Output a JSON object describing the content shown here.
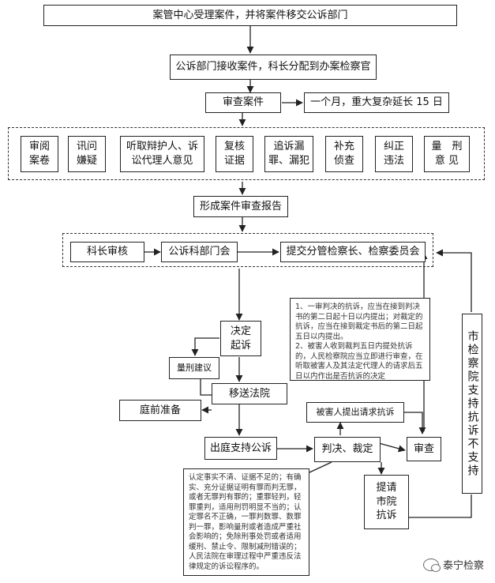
{
  "steps": {
    "accept": "案管中心受理案件，并将案件移交公诉部门",
    "receive": "公诉部门接收案件，科长分配到办案检察官",
    "review": "审查案件",
    "deadline": "一个月，重大复杂延长 15 日",
    "report": "形成案件审查报告",
    "section_chief": "科长审核",
    "department_meeting": "公诉科部门会",
    "committee": "提交分管检察长、检察委员会",
    "decide": "决定\n起诉",
    "sentencing": "量刑建议",
    "transfer_court": "移送法院",
    "pretrial": "庭前准备",
    "appear_court": "出庭支持公诉",
    "judgment": "判决、裁定",
    "victim_request": "被害人提出请求抗诉",
    "examine": "审查",
    "city_support": "市检察院支持抗诉不支持",
    "request_city": "提请\n市院\n抗诉"
  },
  "tasks": [
    "审阅\n案卷",
    "讯问\n嫌疑",
    "听取辩护人、诉\n讼代理人意见",
    "复核\n证据",
    "追诉漏\n罪、漏犯",
    "补充\n侦查",
    "纠正\n违法",
    "量　刑\n意 见"
  ],
  "notes": {
    "protest_rules": "1、一审判决的抗诉，应当在接到判决书的第二日起十日以内提出；对裁定的抗诉，应当在接到裁定书后的第二日起五日以内提出。\n2、被害人收到裁判五日内提处抗诉的，人民检察院应当立即进行审查，在听取被害人及其法定代理人的请求后五日以内作出是否抗诉的决定",
    "protest_grounds": "认定事实不清、证据不足的；有确实、充分证据证明有罪而判无罪，或者无罪判有罪的；重罪轻判，轻罪重判，适用刑罚明显不当的；认定罪名不正确，一罪判数罪、数罪判一罪，影响量刑或者造成严重社会影响的；免除刑事处罚或者适用缓刑、禁止令、限制减刑错误的；人民法院在审理过程中严重违反法律规定的诉讼程序的。"
  },
  "watermark": {
    "text": "泰宁检察",
    "icon": "wechat-icon"
  }
}
